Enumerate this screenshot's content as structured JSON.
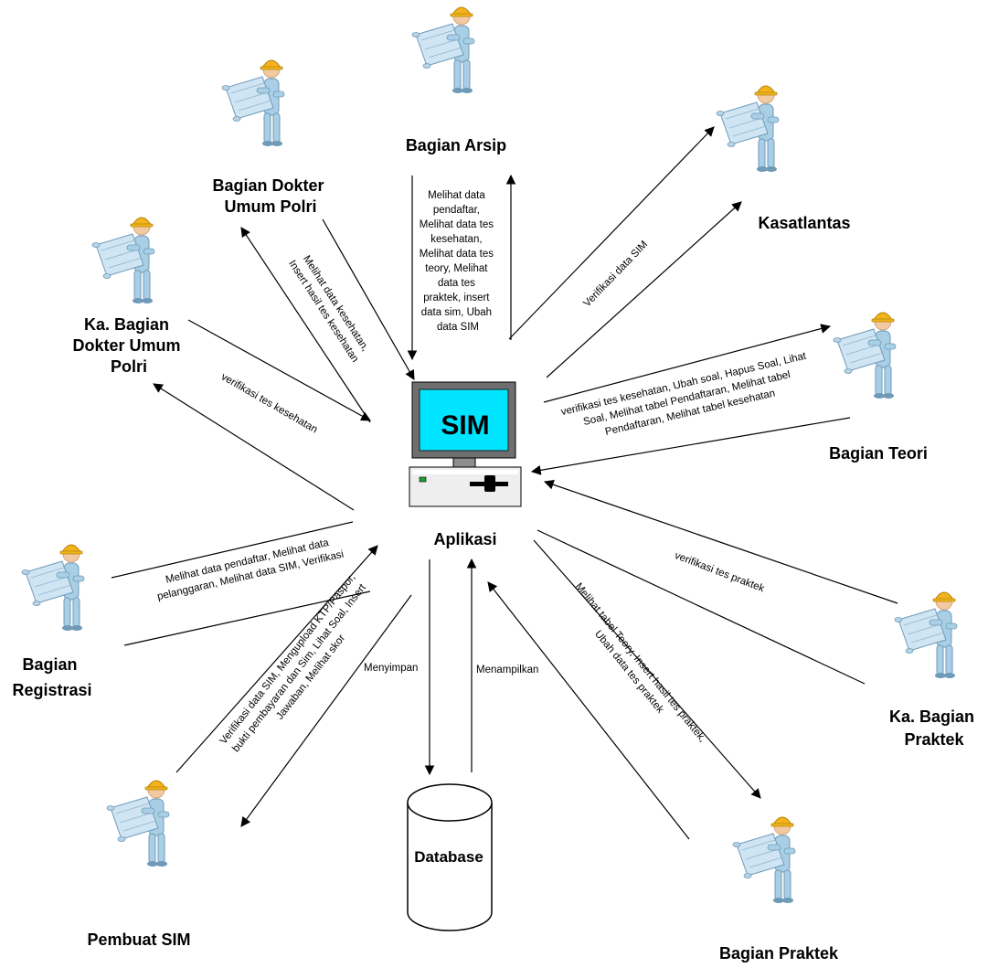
{
  "system": {
    "screen_text": "SIM",
    "center_label": "Aplikasi",
    "database_label": "Database"
  },
  "actors": {
    "bagian_arsip": "Bagian Arsip",
    "dokter_umum": [
      "Bagian Dokter",
      "Umum Polri"
    ],
    "kasatlantas": "Kasatlantas",
    "ka_dokter": [
      "Ka. Bagian",
      "Dokter Umum",
      "Polri"
    ],
    "bagian_teori": "Bagian Teori",
    "bagian_registrasi": [
      "Bagian",
      "Registrasi"
    ],
    "ka_praktek": [
      "Ka. Bagian",
      "Praktek"
    ],
    "pembuat_sim": "Pembuat SIM",
    "bagian_praktek": "Bagian Praktek"
  },
  "flows": {
    "arsip": [
      "Melihat data",
      "pendaftar,",
      "Melihat data tes",
      "kesehatan,",
      "Melihat data tes",
      "teory, Melihat",
      "data tes",
      "praktek, insert",
      "data sim, Ubah",
      "data SIM"
    ],
    "dokter": [
      "Melihat data kesehatan,",
      "Insert hasil tes kesehatan"
    ],
    "kasat": [
      "Verifikasi data SIM"
    ],
    "ka_dokter": [
      "verifikasi tes kesehatan"
    ],
    "teori": [
      "verifikasi tes kesehatan,  Ubah soal, Hapus Soal, Lihat",
      "Soal, Melihat tabel Pendaftaran, Melihat tabel",
      "Pendaftaran, Melihat tabel kesehatan"
    ],
    "registrasi": [
      "Melihat data pendaftar, Melihat data",
      "pelanggaran, Melihat data SIM, Verifikasi"
    ],
    "ka_praktek": [
      "verifikasi tes praktek"
    ],
    "pembuat": [
      "Verifikasi data SIM, Mengupload KTP/Paspor,",
      "bukti pembayaran dan Sim, Lihat Soal, Insert",
      "Jawaban, Melihat skor"
    ],
    "praktek": [
      "Melihat tabel Teory, Insert hasil tes praktek,",
      "Ubah data tes praktek"
    ],
    "menyimpan": "Menyimpan",
    "menampilkan": "Menampilkan"
  },
  "colors": {
    "screen": "#00e4ff",
    "worker_body": "#a9cfe6",
    "helmet": "#f2b31c",
    "skin": "#f2c9a0",
    "blueprint": "#cfe5f3"
  }
}
